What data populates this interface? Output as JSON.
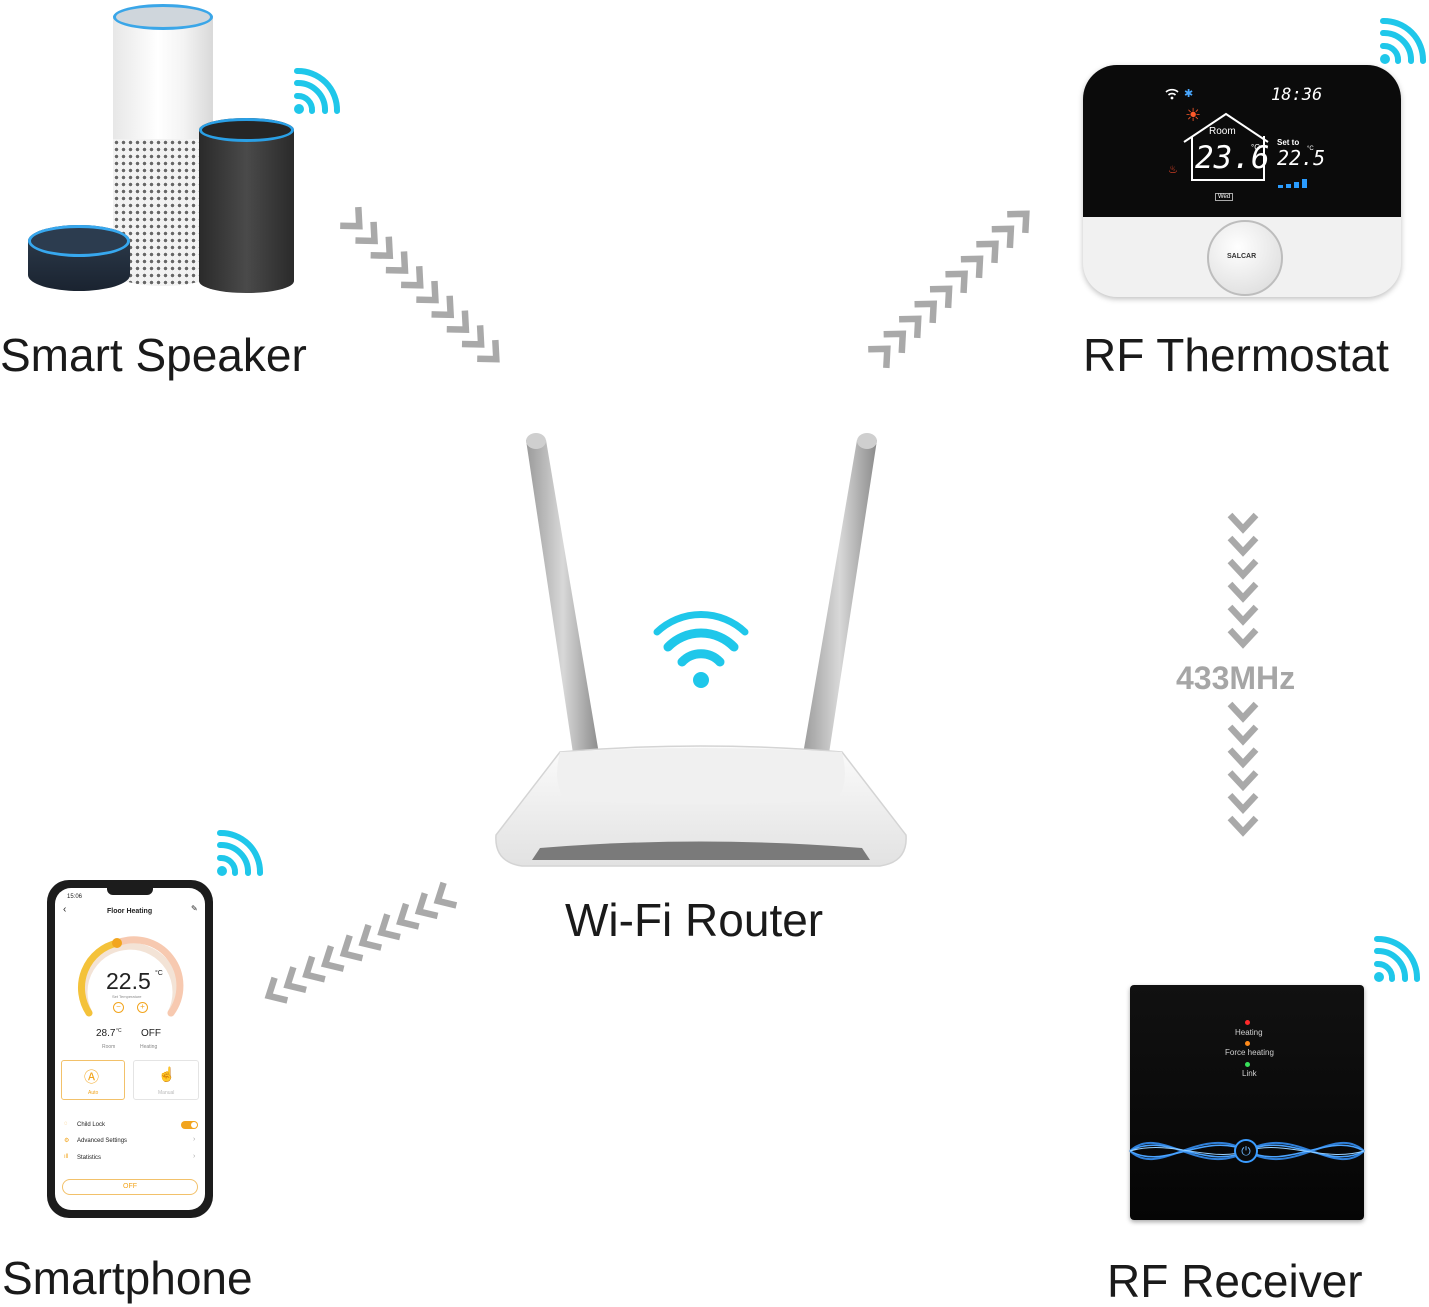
{
  "colors": {
    "wifi": "#1fc7ea",
    "arrow": "#a9a9a9",
    "label": "#1a1a1a"
  },
  "devices": {
    "smart_speaker": {
      "label": "Smart Speaker"
    },
    "rf_thermostat": {
      "label": "RF Thermostat",
      "screen": {
        "time": "18:36",
        "room_label": "Room",
        "room_temp": "23.6",
        "unit": "°C",
        "set_label": "Set to",
        "set_temp": "22.5",
        "day": "Wed"
      },
      "brand": "SALCAR"
    },
    "wifi_router": {
      "label": "Wi-Fi Router"
    },
    "smartphone": {
      "label": "Smartphone",
      "app": {
        "status_time": "15:06",
        "title": "Floor Heating",
        "set_temp": "22.5",
        "unit": "°C",
        "set_temp_caption": "Set Temperature",
        "room_temp": "28.7",
        "room_unit": "°C",
        "room_caption": "Room",
        "heating_value": "OFF",
        "heating_caption": "Heating",
        "mode_auto": "Auto",
        "mode_manual": "Manual",
        "menu": [
          "Child Lock",
          "Advanced Settings",
          "Statistics"
        ],
        "power_button": "OFF"
      }
    },
    "rf_receiver": {
      "label": "RF Receiver",
      "indicators": [
        {
          "text": "Heating",
          "color": "#ff2a2a"
        },
        {
          "text": "Force  heating",
          "color": "#ff8a1a"
        },
        {
          "text": "Link",
          "color": "#38e05a"
        }
      ]
    }
  },
  "links": {
    "thermostat_receiver_frequency": "433MHz"
  }
}
